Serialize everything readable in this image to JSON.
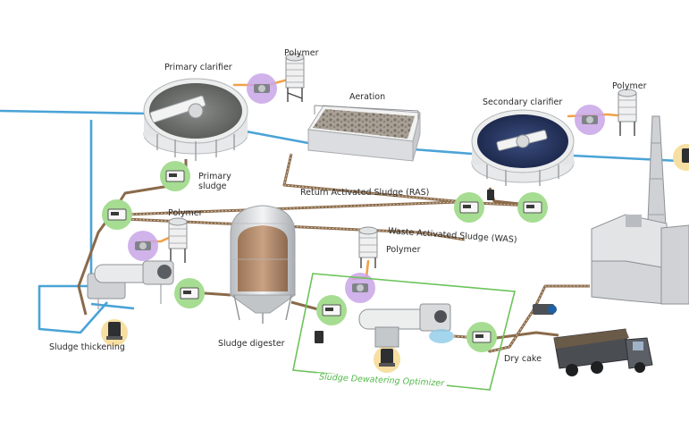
{
  "labels": {
    "primary_clarifier": "Primary clarifier",
    "polymer": "Polymer",
    "aeration": "Aeration",
    "secondary_clarifier": "Secondary clarifier",
    "primary_sludge": "Primary\nsludge",
    "ras": "Return Activated Sludge (RAS)",
    "was": "Waste Activated Sludge (WAS)",
    "sludge_thickening": "Sludge thickening",
    "sludge_digester": "Sludge digester",
    "dry_cake": "Dry cake",
    "optimizer": "Sludge Dewatering Optimizer"
  },
  "colors": {
    "water_pipe": "#4aa3d6",
    "sludge_pipe": "#8a6a4a",
    "optimizer_box": "#6cc35a",
    "sensor_ring": "#a6dd92",
    "polymer_ring": "#c9a6e8",
    "pump_ring": "#f7dfa2"
  },
  "icons": [
    "sensor-unit-icon",
    "polymer-dosing-icon",
    "pump-icon",
    "polymer-tank-icon",
    "dump-truck-icon"
  ]
}
